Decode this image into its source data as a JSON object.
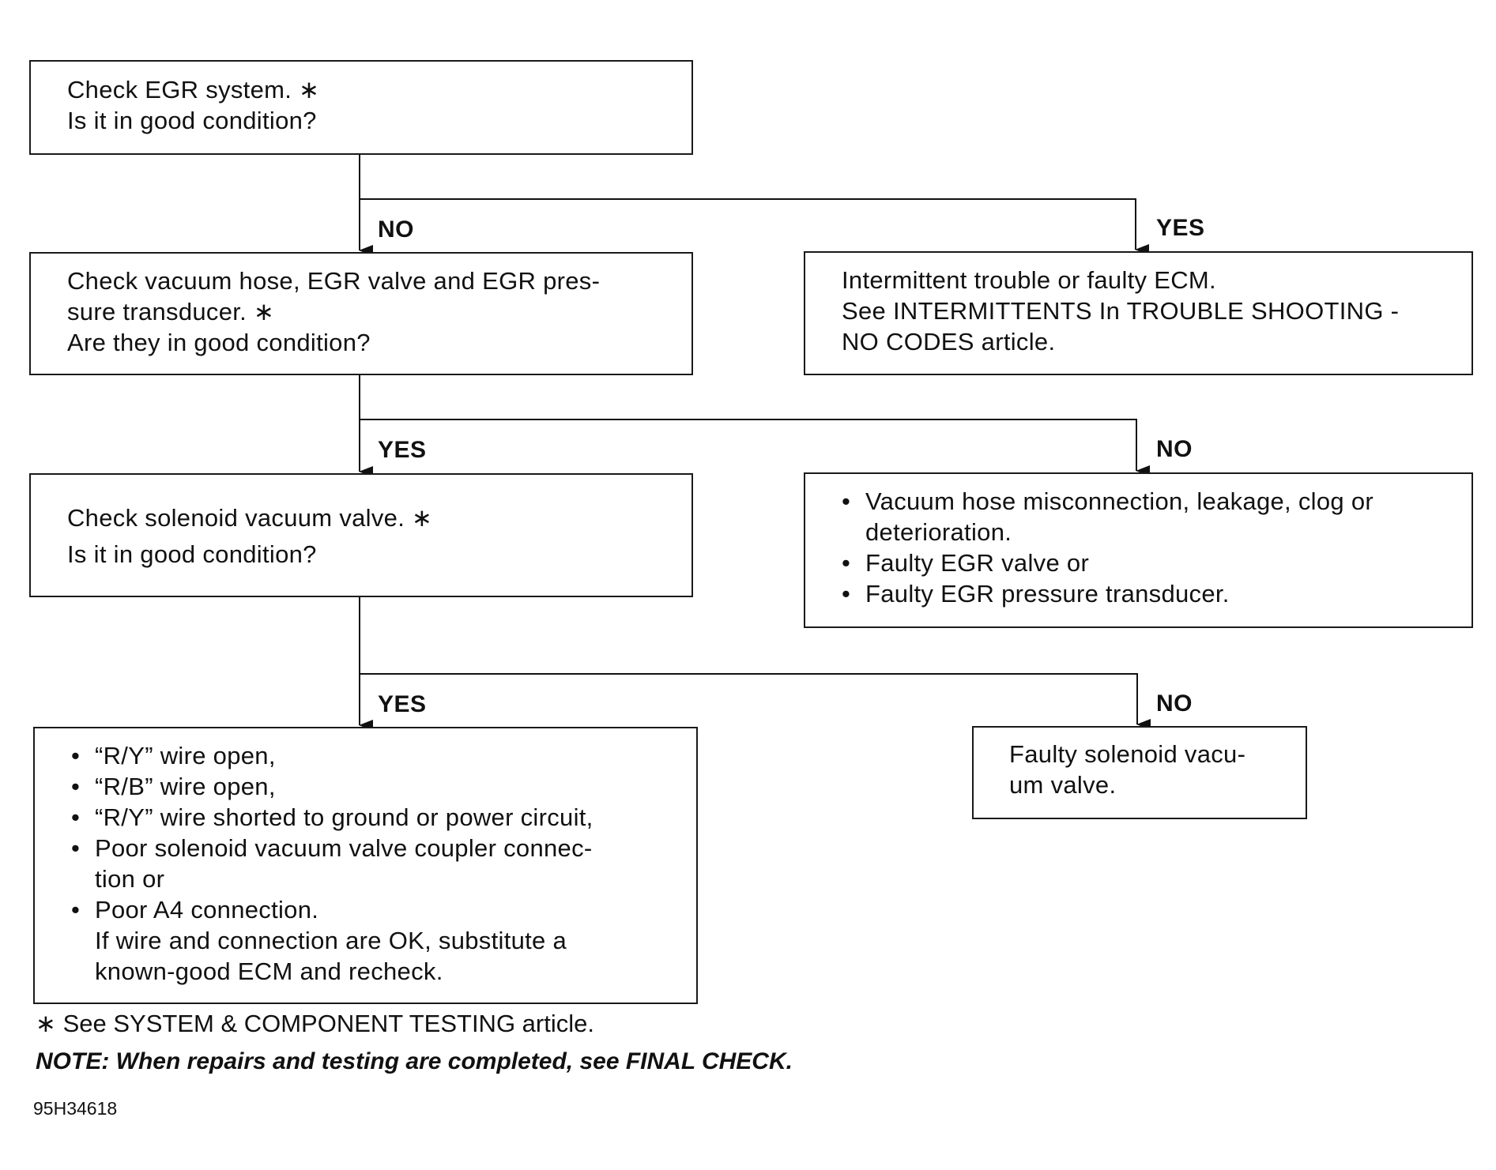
{
  "boxes": {
    "egr_check": {
      "lines": [
        "Check EGR system. ∗",
        "Is it in good condition?"
      ]
    },
    "vacuum_check": {
      "lines": [
        "Check vacuum hose, EGR valve and EGR pres-",
        "sure transducer. ∗",
        "Are they in good condition?"
      ]
    },
    "intermittent": {
      "lines": [
        "Intermittent trouble or faulty ECM.",
        "See INTERMITTENTS In TROUBLE SHOOTING -",
        "NO CODES article."
      ]
    },
    "solenoid_check": {
      "lines": [
        "Check solenoid vacuum valve. ∗",
        "Is it in good condition?"
      ]
    },
    "vacuum_faults": {
      "items": [
        {
          "text": "Vacuum hose misconnection, leakage, clog or",
          "cont": "deterioration."
        },
        {
          "text": "Faulty EGR valve or",
          "cont": ""
        },
        {
          "text": "Faulty EGR pressure transducer.",
          "cont": ""
        }
      ]
    },
    "wire_faults": {
      "items": [
        {
          "text": "“R/Y” wire open,",
          "cont": ""
        },
        {
          "text": "“R/B” wire open,",
          "cont": ""
        },
        {
          "text": "“R/Y” wire shorted to ground or power circuit,",
          "cont": ""
        },
        {
          "text": "Poor solenoid vacuum valve coupler connec-",
          "cont": "tion or"
        },
        {
          "text": "Poor A4 connection.",
          "cont": "If wire and connection are OK, substitute a"
        }
      ],
      "extra": "known-good ECM and recheck."
    },
    "solenoid_fault": {
      "lines": [
        "Faulty solenoid vacu-",
        "um valve."
      ]
    }
  },
  "labels": {
    "l1_no": "NO",
    "l1_yes": "YES",
    "l2_yes": "YES",
    "l2_no": "NO",
    "l3_yes": "YES",
    "l3_no": "NO"
  },
  "bullet": "•",
  "footnote": "∗ See SYSTEM & COMPONENT TESTING article.",
  "note": "NOTE:  When repairs and testing are completed, see FINAL CHECK.",
  "figure_id": "95H34618"
}
